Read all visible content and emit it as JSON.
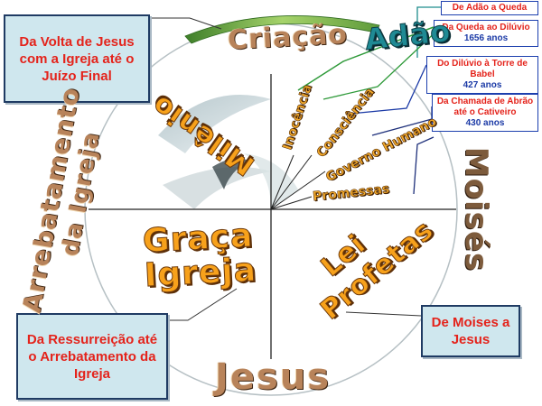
{
  "labels": {
    "criacao": "Criação",
    "adao": "Adão",
    "milenio": "Milênio",
    "arrebatamento": "Arrebatamento",
    "da_igreja": "da Igreja",
    "moises": "Moisés",
    "graca": "Graça",
    "igreja": "Igreja",
    "lei": "Lei",
    "profetas": "Profetas",
    "jesus": "Jesus",
    "inocencia": "Inocência",
    "consciencia": "Consciência",
    "governo_humano": "Governo Humano",
    "promessas": "Promessas"
  },
  "boxes": {
    "volta": "Da Volta de Jesus com a Igreja até o Juízo Final",
    "ressurreicao": "Da Ressurreição até o Arrebatamento da Igreja",
    "moises_jesus": "De Moises a Jesus",
    "adao_queda": "De Adão a Queda",
    "queda_diluvio": "Da Queda ao Dilúvio",
    "queda_diluvio_years": "1656 anos",
    "diluvio_babel": "Do Dilúvio à Torre de Babel",
    "diluvio_babel_years": "427 anos",
    "abraao_cativeiro": "Da Chamada de Abrão até o Cativeiro",
    "abraao_cativeiro_years": "430 anos"
  },
  "colors": {
    "box_fill": "#cfe7ee",
    "box_text": "#e4231b",
    "years_text": "#1b3aa6",
    "leader_teal": "#1e8d8d",
    "leader_green": "#2f9a3a",
    "leader_blue": "#1b3aa6",
    "leader_navy": "#1d2f7a"
  }
}
